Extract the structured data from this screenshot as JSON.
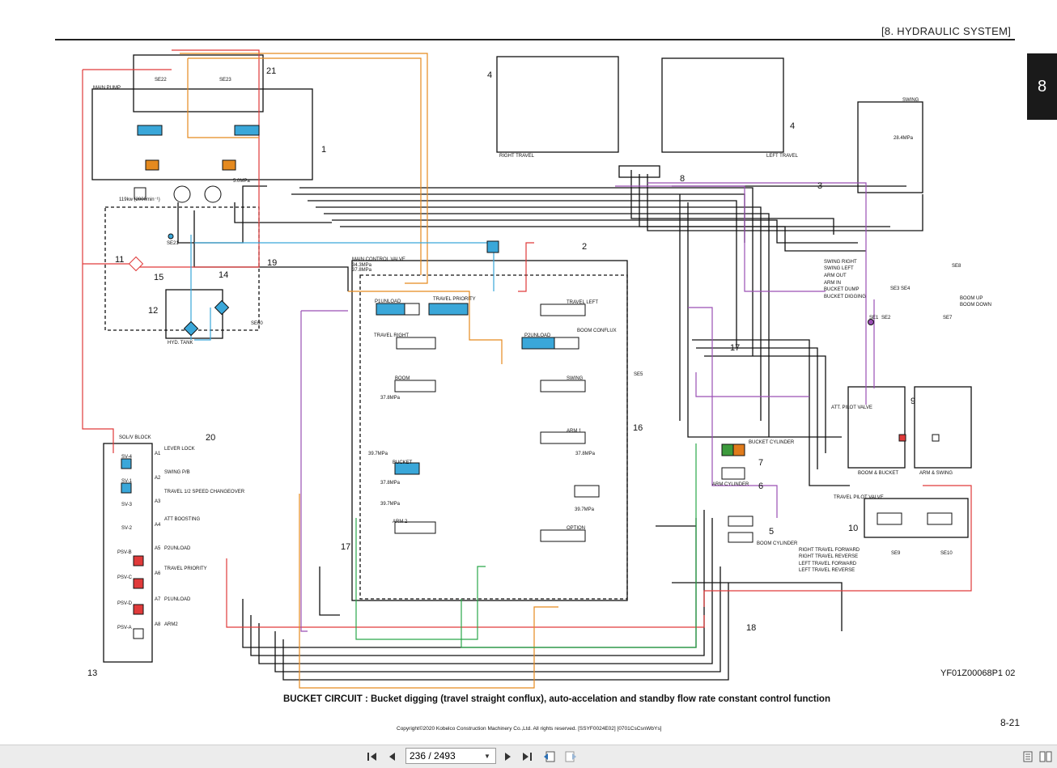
{
  "header": {
    "title": "[8.   HYDRAULIC SYSTEM]",
    "chapter_tab": "8"
  },
  "diagram": {
    "components": {
      "main_pump": "MAIN PUMP",
      "main_control_valve": "MAIN CONTROL VALVE",
      "hyd_tank": "HYD. TANK",
      "soliv_block": "SOL/V BLOCK",
      "swing": "SWING",
      "right_travel": "RIGHT TRAVEL",
      "left_travel": "LEFT TRAVEL",
      "bucket_cylinder": "BUCKET CYLINDER",
      "arm_cylinder": "ARM CYLINDER",
      "boom_cylinder": "BOOM CYLINDER",
      "att_pilot_valve": "ATT. PILOT VALVE",
      "travel_pilot_valve": "TRAVEL PILOT VALVE",
      "boom_bucket": "BOOM & BUCKET",
      "arm_swing": "ARM & SWING",
      "engine_power": "119kw (2000min⁻¹)"
    },
    "valve_sections": [
      "P1UNLOAD",
      "TRAVEL PRIORITY",
      "TRAVEL RIGHT",
      "BOOM",
      "BUCKET",
      "ARM 2",
      "TRAVEL LEFT",
      "P2UNLOAD",
      "BOOM CONFLUX",
      "SWING",
      "ARM 1",
      "OPTION"
    ],
    "pressures": [
      "34.3MPa",
      "37.8MPa",
      "5.0MPa",
      "28.4MPa",
      "37.8MPa",
      "39.7MPa",
      "37.8MPa",
      "39.7MPa",
      "37.8MPa",
      "39.7MPa"
    ],
    "solenoids": [
      {
        "id": "SV-4",
        "port": "A1",
        "function": "LEVER LOCK"
      },
      {
        "id": "SV-1",
        "port": "A2",
        "function": "SWING P/B"
      },
      {
        "id": "SV-3",
        "port": "A3",
        "function": "TRAVEL 1/2 SPEED CHANGEOVER"
      },
      {
        "id": "SV-2",
        "port": "A4",
        "function": "ATT BOOSTING"
      },
      {
        "id": "PSV-B",
        "port": "A5",
        "function": "P2UNLOAD"
      },
      {
        "id": "PSV-C",
        "port": "A6",
        "function": "TRAVEL PRIORITY"
      },
      {
        "id": "PSV-D",
        "port": "A7",
        "function": "P1UNLOAD"
      },
      {
        "id": "PSV-A",
        "port": "A8",
        "function": "ARM2"
      }
    ],
    "pilot_lines": [
      "SWING RIGHT",
      "SWING LEFT",
      "ARM OUT",
      "ARM IN",
      "BUCKET DUMP",
      "BUCKET DIGGING"
    ],
    "travel_lines": [
      "RIGHT TRAVEL FORWARD",
      "RIGHT TRAVEL REVERSE",
      "LEFT TRAVEL FORWARD",
      "LEFT TRAVEL REVERSE"
    ],
    "boom_lines": [
      "BOOM UP",
      "BOOM DOWN"
    ],
    "sensors": [
      "SE1",
      "SE2",
      "SE3",
      "SE4",
      "SE5",
      "SE7",
      "SE8",
      "SE9",
      "SE10",
      "SE21",
      "SE22",
      "SE23",
      "SE60"
    ],
    "callouts": [
      "1",
      "2",
      "3",
      "4",
      "4",
      "5",
      "6",
      "7",
      "8",
      "9",
      "10",
      "11",
      "12",
      "13",
      "14",
      "15",
      "16",
      "17",
      "17",
      "18",
      "19",
      "20",
      "21"
    ],
    "line_colors": {
      "pilot_orange": "#e58a1f",
      "pilot_red": "#e03a3a",
      "pilot_purple": "#9a4fb5",
      "tank_blue": "#3aa7d9",
      "green": "#2aa84a",
      "main_black": "#111111",
      "bucket_green": "#3c9a3c",
      "bucket_orange": "#e07b1c"
    }
  },
  "drawing_code": "YF01Z00068P1  02",
  "caption": "BUCKET CIRCUIT : Bucket digging (travel straight conflux), auto-accelation and standby flow rate constant control function",
  "page_number": "8-21",
  "copyright": "Copyright©2020 Kobelco Construction Machinery Co.,Ltd. All rights reserved. [SSYF0024E02] [0701CsCsnWbYs]",
  "viewer": {
    "page_input": "236 / 2493",
    "buttons": {
      "first": "first-page-icon",
      "prev": "previous-page-icon",
      "next": "next-page-icon",
      "last": "last-page-icon",
      "goto_prev_view": "previous-view-icon",
      "goto_next_view": "next-view-icon",
      "single_page": "single-page-view-icon",
      "two_page": "two-page-view-icon"
    }
  }
}
